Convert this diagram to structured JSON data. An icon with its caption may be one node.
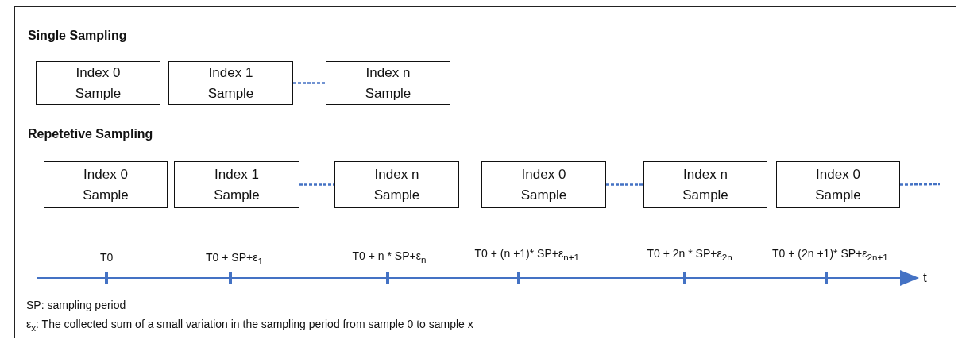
{
  "diagram": {
    "nodes": [
      {
        "text": [
          "Index 0 Sample"
        ]
      },
      {
        "text": [
          "Index 1 Sample"
        ]
      },
      {
        "text": [
          "Index n Sample"
        ]
      },
      {
        "text": [
          "Index 0 Sample"
        ]
      },
      {
        "text": [
          "Index 1 Sample"
        ]
      },
      {
        "text": [
          "Index n Sample"
        ]
      },
      {
        "text": [
          "Index 0 Sample"
        ]
      },
      {
        "text": [
          "Index n Sample"
        ]
      },
      {
        "text": [
          "Index 0 Sample"
        ]
      }
    ],
    "edges": [
      {
        "from": 1,
        "to": 2,
        "arrow": "none",
        "style": "dashed"
      },
      {
        "from": 4,
        "to": 5,
        "arrow": "none",
        "style": "dashed"
      },
      {
        "from": 6,
        "to": 7,
        "arrow": "none",
        "style": "dashed"
      },
      {
        "from": 8,
        "to": null,
        "arrow": "none",
        "style": "dashed"
      }
    ],
    "labels": [
      "Single Sampling",
      "Repetetive Sampling",
      "T0",
      "T0 + SP+ε$_{1}$",
      "T0 + n * SP+ε$_{n}$",
      "T0 + (n +1)* SP+ε$_{n+1}$",
      "T0 + 2n * SP+ε$_{2n}$",
      "T0 + (2n +1)* SP+ε$_{2n+1}$",
      "t",
      "SP: sampling period",
      "ε$_{x}$: The collected sum of a small variation in the sampling period from sample 0 to sample x"
    ]
  }
}
